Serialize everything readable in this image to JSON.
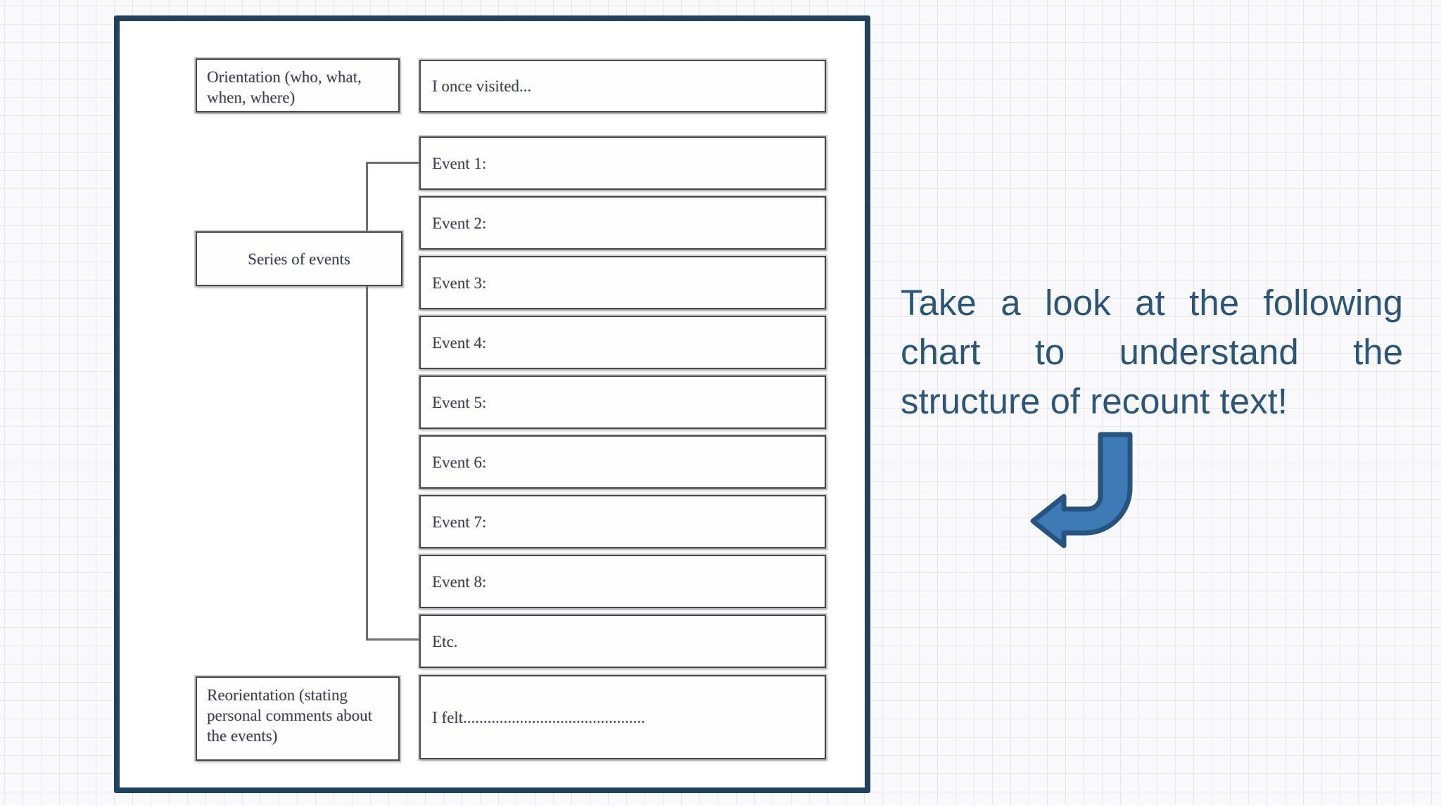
{
  "colors": {
    "paper_bg": "#f9f9fb",
    "grid_line": "#e6e8ec",
    "frame_border": "#20425c",
    "diagram_text": "#3b4254",
    "callout_text": "#2b5677",
    "arrow_fill": "#3e7ab5",
    "arrow_outline": "#27547e"
  },
  "diagram": {
    "orientation": {
      "label": "Orientation (who, what, when, where)",
      "example": "I once visited..."
    },
    "series": {
      "label": "Series of events",
      "events": [
        "Event 1:",
        "Event 2:",
        "Event 3:",
        "Event 4:",
        "Event 5:",
        "Event 6:",
        "Event 7:",
        "Event 8:",
        "Etc."
      ]
    },
    "reorientation": {
      "label": "Reorientation (stating personal comments about the events)",
      "example": "I felt............................................."
    }
  },
  "callout": {
    "lines": [
      "Take a look at the following",
      "chart to understand the",
      "structure of recount text!"
    ]
  }
}
